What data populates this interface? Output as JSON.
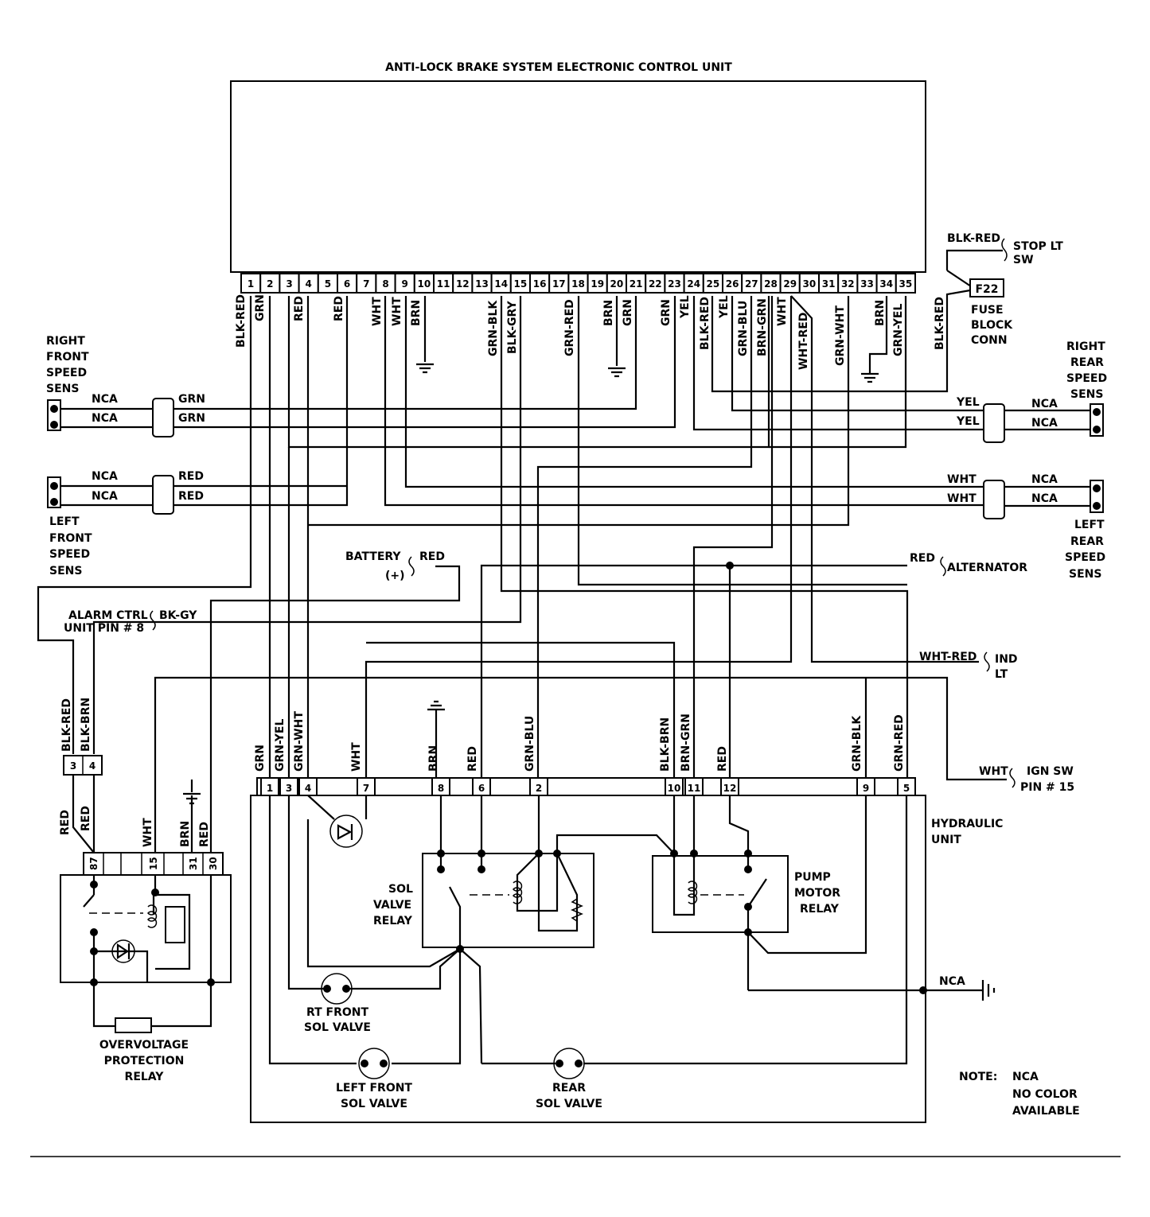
{
  "title": "ANTI-LOCK BRAKE SYSTEM ELECTRONIC CONTROL UNIT",
  "ecu_pins": [
    "1",
    "2",
    "3",
    "4",
    "5",
    "6",
    "7",
    "8",
    "9",
    "10",
    "11",
    "12",
    "13",
    "14",
    "15",
    "16",
    "17",
    "18",
    "19",
    "20",
    "21",
    "22",
    "23",
    "24",
    "25",
    "26",
    "27",
    "28",
    "29",
    "30",
    "31",
    "32",
    "33",
    "34",
    "35"
  ],
  "ecu_wires": {
    "p1": "BLK-RED",
    "p2": "GRN",
    "p4": "RED",
    "p6": "RED",
    "p7": "WHT",
    "p8": "WHT",
    "p9": "BRN",
    "p14": "GRN-BLK",
    "p15": "BLK-GRY",
    "p18": "GRN-RED",
    "p20a": "BRN",
    "p20b": "GRN",
    "p22": "GRN",
    "p23": "YEL",
    "p24": "BLK-RED",
    "p25": "YEL",
    "p27": "GRN-BLU",
    "p28": "BRN-GRN",
    "p28b": "WHT",
    "p30": "WHT-RED",
    "p32": "GRN-WHT",
    "p34": "BRN",
    "p35": "GRN-YEL",
    "fuse": "BLK-RED"
  },
  "stop_light": {
    "wire": "BLK-RED",
    "label_1": "STOP LT",
    "label_2": "SW"
  },
  "fuse": {
    "id": "F22",
    "label_1": "FUSE",
    "label_2": "BLOCK",
    "label_3": "CONN"
  },
  "rf_sensor": {
    "label": [
      "RIGHT",
      "FRONT",
      "SPEED",
      "SENS"
    ],
    "wire_a": "NCA",
    "wire_b": "NCA",
    "conn_a": "GRN",
    "conn_b": "GRN"
  },
  "lf_sensor": {
    "label": [
      "LEFT",
      "FRONT",
      "SPEED",
      "SENS"
    ],
    "wire_a": "NCA",
    "wire_b": "NCA",
    "conn_a": "RED",
    "conn_b": "RED"
  },
  "rr_sensor": {
    "label": [
      "RIGHT",
      "REAR",
      "SPEED",
      "SENS"
    ],
    "wire_a": "YEL",
    "wire_b": "YEL",
    "nca_a": "NCA",
    "nca_b": "NCA"
  },
  "lr_sensor": {
    "label": [
      "LEFT",
      "REAR",
      "SPEED",
      "SENS"
    ],
    "wire_a": "WHT",
    "wire_b": "WHT",
    "nca_a": "NCA",
    "nca_b": "NCA"
  },
  "battery": {
    "label": "BATTERY",
    "sign": "(+)",
    "wire": "RED"
  },
  "alternator": {
    "label": "ALTERNATOR",
    "wire": "RED"
  },
  "alarm": {
    "label_1": "ALARM CTRL",
    "label_2": "UNIT PIN # 8",
    "wire": "BK-GY"
  },
  "ind_lt": {
    "wire": "WHT-RED",
    "label_1": "IND",
    "label_2": "LT"
  },
  "ign_sw": {
    "wire": "WHT",
    "label_1": "IGN SW",
    "label_2": "PIN # 15"
  },
  "ovp_connector": {
    "pins": [
      "3",
      "4"
    ],
    "wire_3": "BLK-RED",
    "wire_4": "BLK-BRN"
  },
  "ovp_relay": {
    "pins": [
      "87",
      "15",
      "31",
      "30"
    ],
    "wires": {
      "red1": "RED",
      "red2": "RED",
      "wht": "WHT",
      "brn": "BRN",
      "red3": "RED"
    },
    "label": [
      "OVERVOLTAGE",
      "PROTECTION",
      "RELAY"
    ]
  },
  "hydraulic": {
    "label_1": "HYDRAULIC",
    "label_2": "UNIT",
    "pins": [
      "1",
      "3",
      "4",
      "7",
      "8",
      "6",
      "2",
      "10",
      "11",
      "12",
      "9",
      "5"
    ],
    "wires": {
      "p1": "GRN",
      "p3": "GRN-YEL",
      "p4": "GRN-WHT",
      "p7": "WHT",
      "p8": "BRN",
      "p6": "RED",
      "p2": "GRN-BLU",
      "p10": "BLK-BRN",
      "p11": "BRN-GRN",
      "p12": "RED",
      "p9": "GRN-BLK",
      "p5": "GRN-RED"
    },
    "sol_relay": [
      "SOL",
      "VALVE",
      "RELAY"
    ],
    "pump_relay": [
      "PUMP",
      "MOTOR",
      "RELAY"
    ],
    "rt_front": [
      "RT FRONT",
      "SOL VALVE"
    ],
    "left_front": [
      "LEFT FRONT",
      "SOL VALVE"
    ],
    "rear": [
      "REAR",
      "SOL VALVE"
    ],
    "ground": "NCA"
  },
  "note": {
    "label": "NOTE:",
    "line_1": "NCA",
    "line_2": "NO COLOR",
    "line_3": "AVAILABLE"
  }
}
